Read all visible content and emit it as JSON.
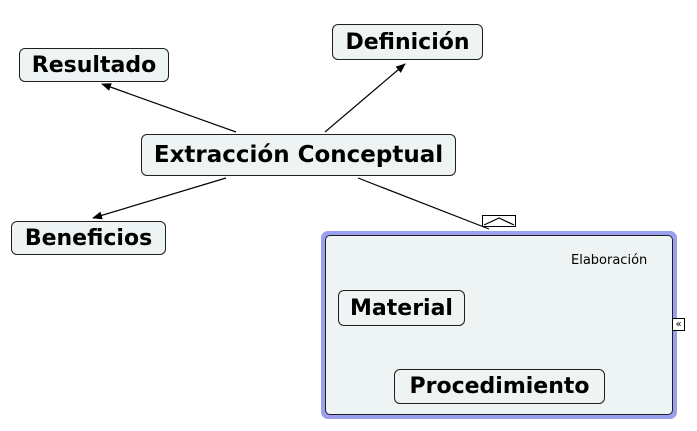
{
  "map": {
    "main": "Extracción Conceptual",
    "definicion": "Definición",
    "resultado": "Resultado",
    "beneficios": "Beneficios",
    "material": "Material",
    "procedimiento": "Procedimiento",
    "link_label": "Elaboración"
  },
  "controls": {
    "collapse_icon": "chevron-up-icon",
    "expand_side_icon": "double-chevron-left-icon",
    "expand_side_glyph": "«"
  },
  "colors": {
    "node_fill": "#eef3f4",
    "node_border": "#1f1f1f",
    "group_highlight": "#9a9ff0",
    "line": "#000000"
  }
}
